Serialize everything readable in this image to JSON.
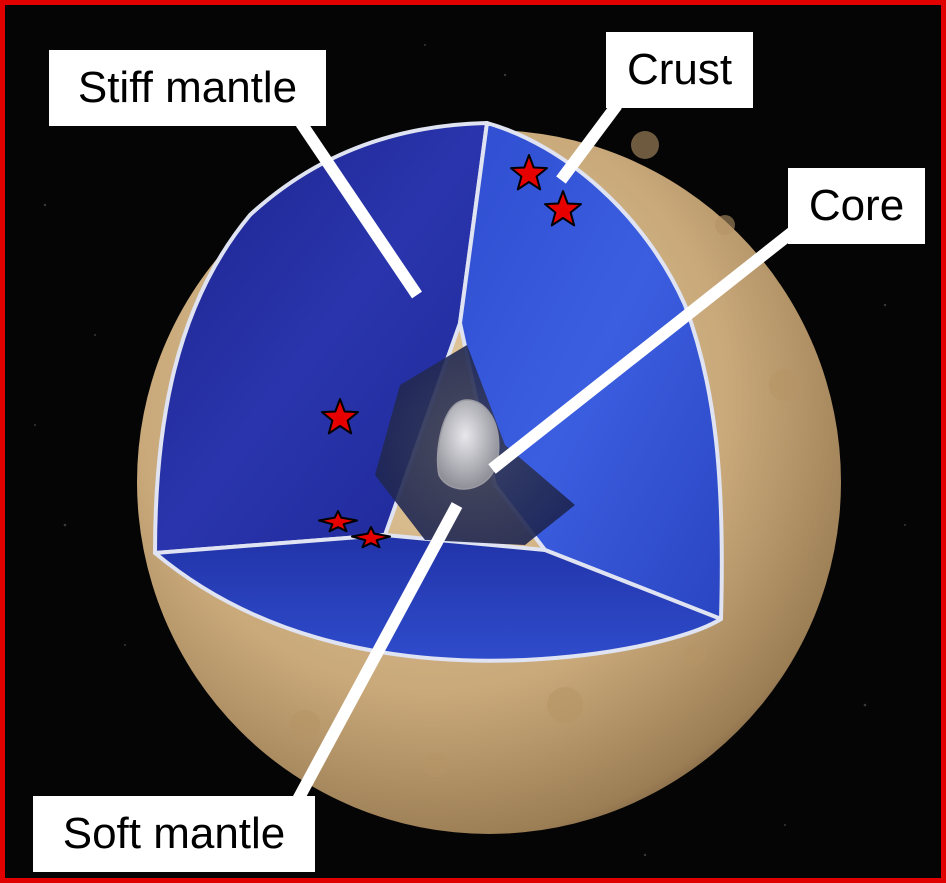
{
  "labels": {
    "stiff_mantle": "Stiff mantle",
    "crust": "Crust",
    "core": "Core",
    "soft_mantle": "Soft mantle"
  },
  "colors": {
    "border": "#e00000",
    "background": "#050505",
    "crust_surface": "#c9a97a",
    "mantle_blue": "#2838b8",
    "core": "#c8c8cc",
    "star_fill": "#e60000",
    "leader_line": "#ffffff"
  },
  "markers": {
    "count": 5,
    "shape": "red-star"
  }
}
